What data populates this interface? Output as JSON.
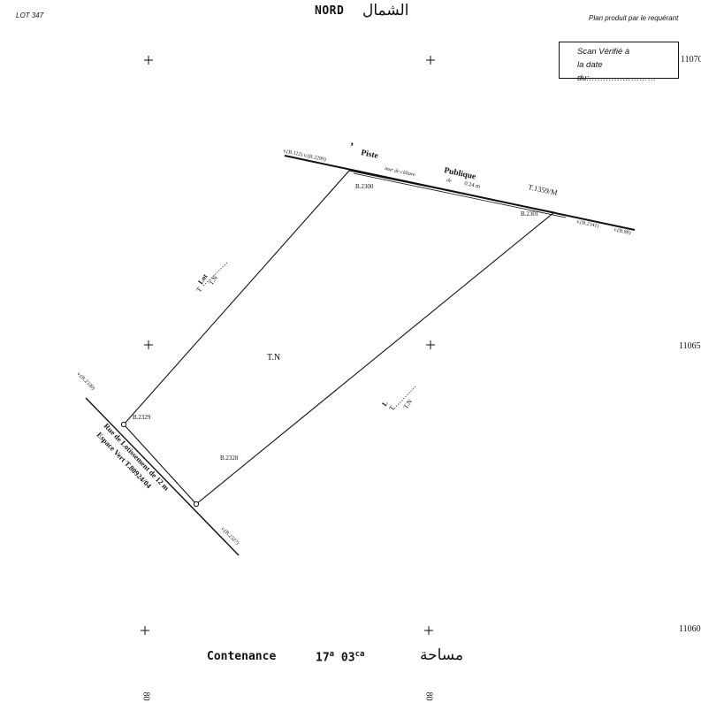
{
  "header": {
    "lot_label": "LOT 347",
    "north_label": "NORD",
    "north_arabic": "الشمال",
    "note": "Plan produit par le requérant"
  },
  "stamp": {
    "line1": "Scan Vérifié à",
    "line2": "la date du:……………………"
  },
  "grid_labels": {
    "y_top": "11070",
    "y_mid": "11065",
    "y_bottom": "11060",
    "x_left": "80",
    "x_right": "80"
  },
  "road": {
    "piste_mark": "’",
    "piste_label": "Piste",
    "publique_label": "Publique",
    "wall_label": "mur de clôture",
    "wall_de": "de",
    "wall_thickness": "0.24 m",
    "title_ref": "T.1359/M",
    "left_ref": "v.(B.112) v.(B.2299)",
    "right_ref_1": "v.(B.2341)",
    "right_ref_2": "v.(B.88)"
  },
  "boundary_markers": {
    "b2300": "B.2300",
    "b2301": "B.2301",
    "b2329": "B.2329",
    "b2328": "B.2328",
    "v2330": "v.(B.2330)",
    "v2327": "v.(B.2327)"
  },
  "parcel": {
    "center_label": "T.N",
    "neighbor_left_lot": "Lot",
    "neighbor_left_t": "T",
    "neighbor_left_tn": "T.N",
    "neighbor_right_l": "L",
    "neighbor_right_t": "T",
    "neighbor_right_tn": "T.N"
  },
  "street": {
    "line1": "Rue de Lotissement de 12 m",
    "line2": "Espace Vert  T.80924/04"
  },
  "footer": {
    "contenance_label": "Contenance",
    "area_ares": "17",
    "ares_unit": "a",
    "area_centiares": "03",
    "centiares_unit": "ca",
    "arabic_label": "مساحة"
  }
}
